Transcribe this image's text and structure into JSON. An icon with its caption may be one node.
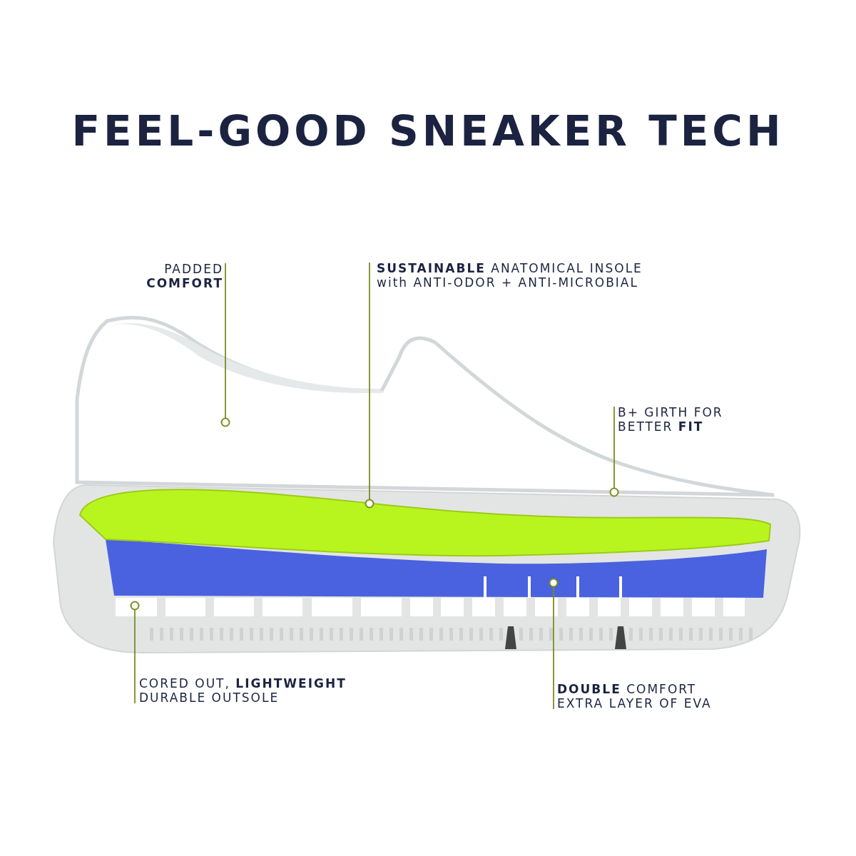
{
  "diagram": {
    "title": "FEEL-GOOD SNEAKER TECH",
    "nodes": [
      {
        "text": [
          "PADDED **COMFORT**"
        ]
      },
      {
        "text": [
          "**SUSTAINABLE** ANATOMICAL INSOLE with ANTI-ODOR + ANTI-MICROBIAL"
        ]
      },
      {
        "text": [
          "B+ GIRTH FOR BETTER **FIT**"
        ]
      },
      {
        "text": [
          "CORED OUT, **LIGHTWEIGHT** DURABLE OUTSOLE"
        ]
      },
      {
        "text": [
          "**DOUBLE** COMFORT EXTRA LAYER OF EVA"
        ]
      },
      {
        "text": [],
        "shape": "picture"
      },
      {
        "text": [],
        "shape": "picture",
        "in": 8
      },
      {
        "text": [],
        "shape": "picture",
        "in": 8
      },
      {
        "text": [],
        "shape": "picture"
      }
    ],
    "edges": [
      {
        "from": 0,
        "to": 5,
        "arrow": "other"
      },
      {
        "from": 1,
        "to": 6,
        "arrow": "other"
      },
      {
        "from": 2,
        "to": 5,
        "arrow": "other"
      },
      {
        "from": 3,
        "to": 8,
        "arrow": "other"
      },
      {
        "from": 4,
        "to": 7,
        "arrow": "other"
      }
    ]
  }
}
